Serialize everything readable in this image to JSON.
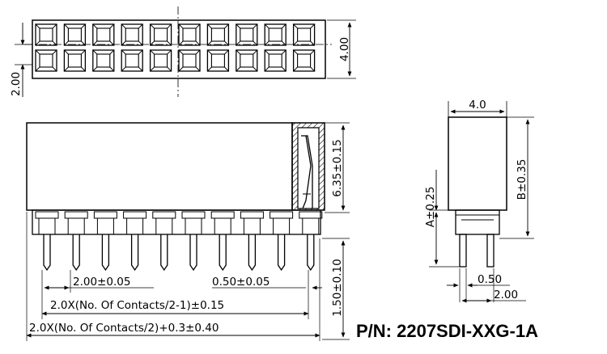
{
  "part_number": "P/N: 2207SDI-XXG-1A",
  "top_view": {
    "height_label": "4.00",
    "pitch_label": "2.00",
    "contact_columns": 10,
    "rows": 2
  },
  "front_view": {
    "pitch_tolerance": "2.00±0.05",
    "pin_width": "0.50±0.05",
    "span_formula_1": "2.0X(No. Of Contacts/2-1)±0.15",
    "span_formula_2": "2.0X(No. Of Contacts/2)+0.3±0.40",
    "body_height": "6.35±0.15",
    "pin_length": "1.50±0.10",
    "contact_count": 10
  },
  "side_view": {
    "width": "4.0",
    "dim_a": "A±0.25",
    "dim_b": "B±0.35",
    "pin_width": "0.50",
    "pitch": "2.00"
  }
}
